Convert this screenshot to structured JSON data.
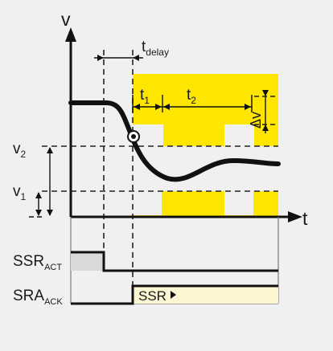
{
  "axes": {
    "y_label": "v",
    "x_label": "t"
  },
  "levels": {
    "v2": {
      "main": "v",
      "sub": "2"
    },
    "v1": {
      "main": "v",
      "sub": "1"
    }
  },
  "annotations": {
    "delay": {
      "main": "t",
      "sub": "delay"
    },
    "t1": {
      "main": "t",
      "sub": "1"
    },
    "t2": {
      "main": "t",
      "sub": "2"
    },
    "delta_v": "Δv"
  },
  "signals": {
    "ssr_act": {
      "main": "SSR",
      "sub": "ACT"
    },
    "sra_ack": {
      "main": "SRA",
      "sub": "ACK"
    },
    "ssr_box_label": "SSR"
  },
  "colors": {
    "background": "#f0f0f0",
    "band": "#ffe600",
    "curve": "#111111",
    "ssr_act_fill": "#d9d9d9",
    "ack_fill": "#fdf6d2"
  }
}
